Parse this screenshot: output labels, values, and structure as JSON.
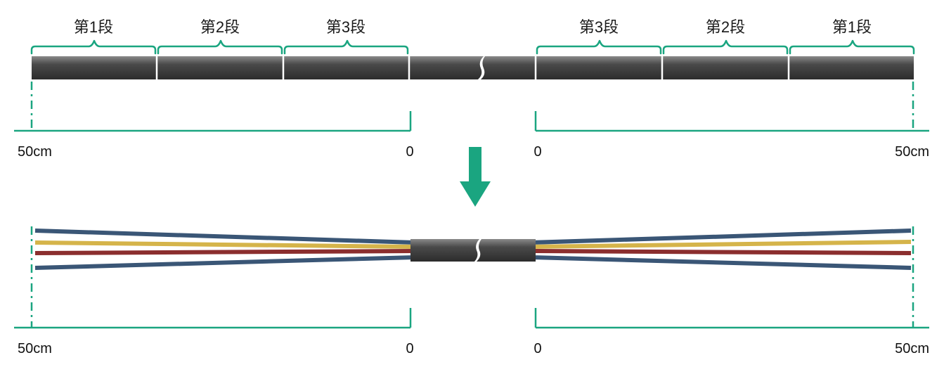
{
  "segments": {
    "left": [
      "第1段",
      "第2段",
      "第3段"
    ],
    "right": [
      "第3段",
      "第2段",
      "第1段"
    ]
  },
  "scale": {
    "top": {
      "left_start": "50cm",
      "left_end": "0",
      "right_start": "0",
      "right_end": "50cm"
    },
    "bottom": {
      "left_start": "50cm",
      "left_end": "0",
      "right_start": "0",
      "right_end": "50cm"
    }
  },
  "colors": {
    "accent": "#1aa580",
    "cable": "#4f4f4f",
    "wire_blue": "#3a5676",
    "wire_yellow": "#d5b44a",
    "wire_red": "#8b2e2e"
  },
  "icons": {
    "arrow": "down-arrow-icon"
  }
}
